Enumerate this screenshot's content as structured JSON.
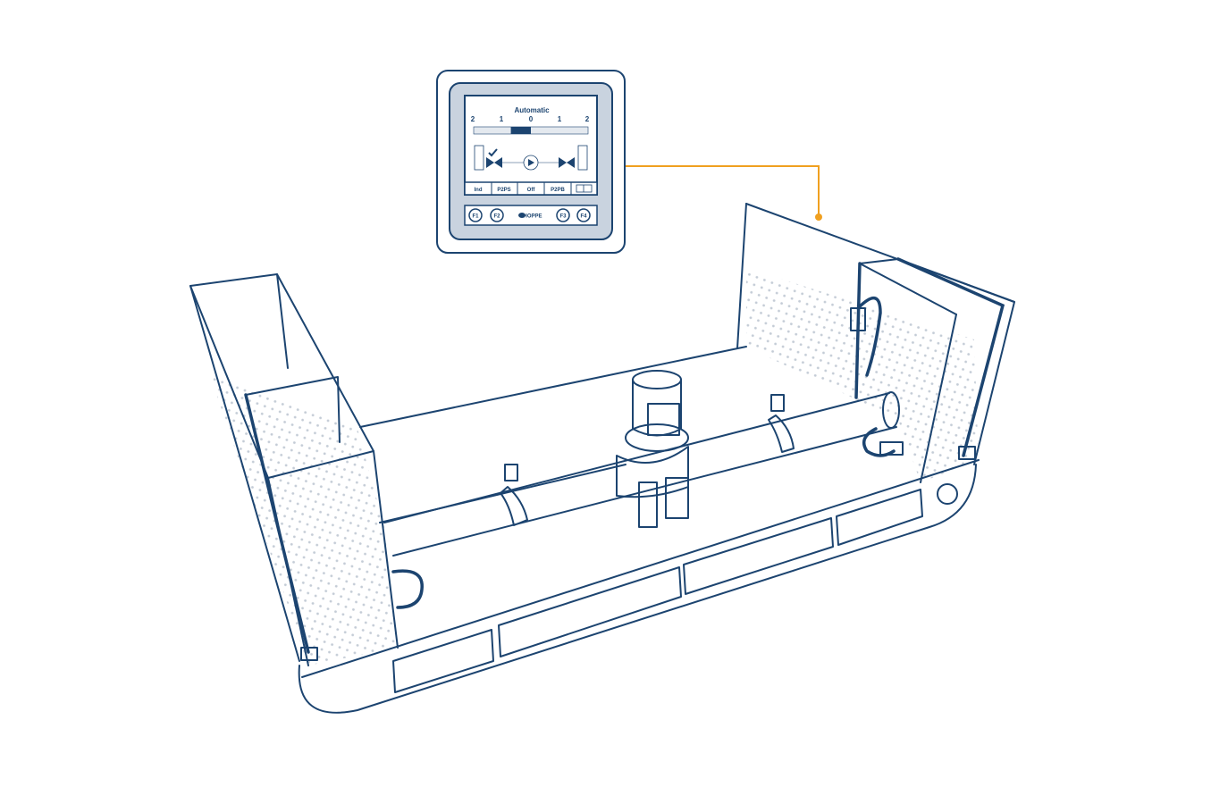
{
  "panel": {
    "mode_title": "Automatic",
    "scale_labels": [
      "2",
      "1",
      "0",
      "1",
      "2"
    ],
    "softkeys": [
      "Ind",
      "P2PS",
      "Off",
      "P2PB"
    ],
    "function_keys": [
      "F1",
      "F2",
      "F3",
      "F4"
    ],
    "logo": "HOPPE",
    "indicator_position": -0.7
  },
  "colors": {
    "line": "#1c4470",
    "panel_bg": "#c9d3df",
    "connector": "#f0a020",
    "dots": "#c4ccd6"
  }
}
